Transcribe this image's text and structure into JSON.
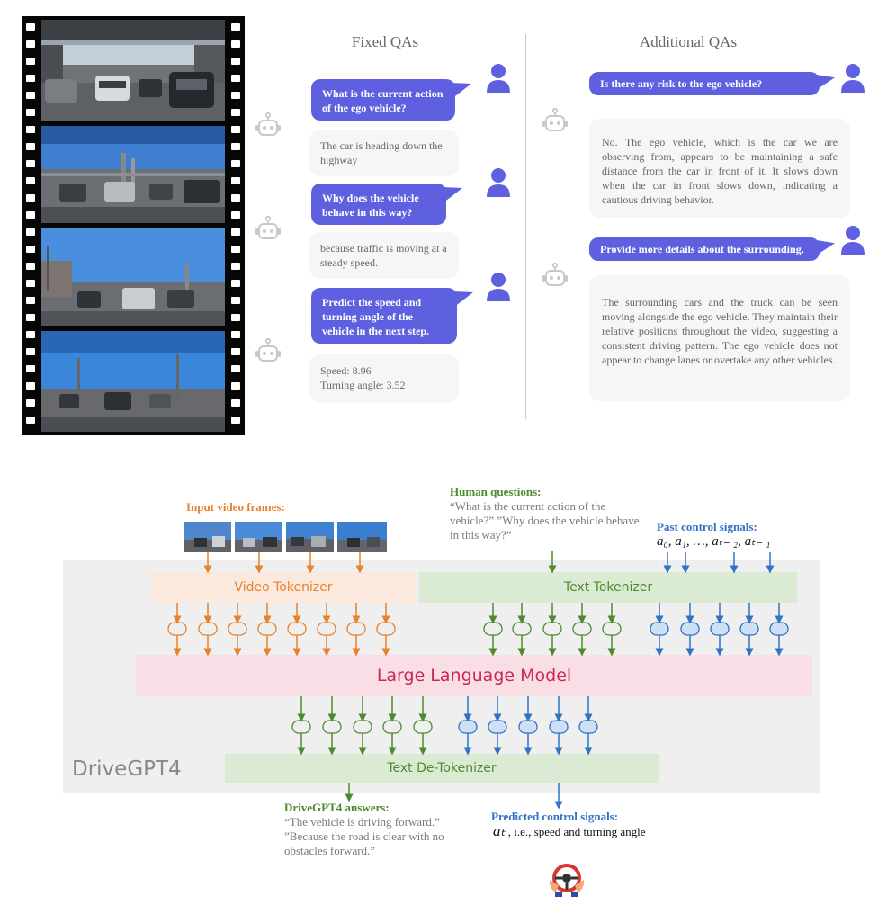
{
  "chat": {
    "fixed_title": "Fixed QAs",
    "additional_title": "Additional QAs",
    "fixed": [
      {
        "question": "What is the current action of the ego vehicle?",
        "answer": "The car is heading down the highway"
      },
      {
        "question": "Why does the vehicle behave in  this way?",
        "answer": "because traffic is moving at a steady speed."
      },
      {
        "question": "Predict the speed and turning angle of the vehicle in the next step.",
        "answer_line1": "Speed: 8.96",
        "answer_line2": "Turning angle: 3.52"
      }
    ],
    "additional": [
      {
        "question": "Is there any risk to the ego vehicle?",
        "answer": "No. The ego vehicle, which is the car we are observing from, appears to be maintaining a safe distance from the car in front of it. It slows down when the car in front slows down, indicating a cautious driving behavior."
      },
      {
        "question": "Provide more details about the surrounding.",
        "answer": "The surrounding cars and the truck can be seen moving alongside the ego vehicle. They maintain their relative positions throughout the video, suggesting a consistent driving pattern. The ego vehicle does not appear to change lanes or overtake any other vehicles."
      }
    ]
  },
  "diagram": {
    "input_frames_label": "Input video frames:",
    "human_questions_label": "Human questions:",
    "human_questions_text": "“What is the current action of the vehicle?” ”Why does the vehicle behave in this way?”",
    "past_signals_label": "Past control signals:",
    "past_signals_math": "a₀, a₁, …, aₜ₋ ₂, aₜ₋ ₁",
    "video_tokenizer": "Video Tokenizer",
    "text_tokenizer": "Text Tokenizer",
    "llm": "Large Language Model",
    "detokenizer": "Text De-Tokenizer",
    "brand": "DriveGPT4",
    "answers_label": "DriveGPT4 answers:",
    "answers_text": "“The vehicle is driving forward.” ”Because the road is clear with no obstacles forward.”",
    "predicted_label": "Predicted control signals:",
    "predicted_math": "aₜ",
    "predicted_text": " , i.e., speed and turning angle",
    "colors": {
      "orange": "#e9812b",
      "green": "#4e8a2e",
      "blue": "#2f73c6",
      "accent": "#5e60e0"
    }
  }
}
